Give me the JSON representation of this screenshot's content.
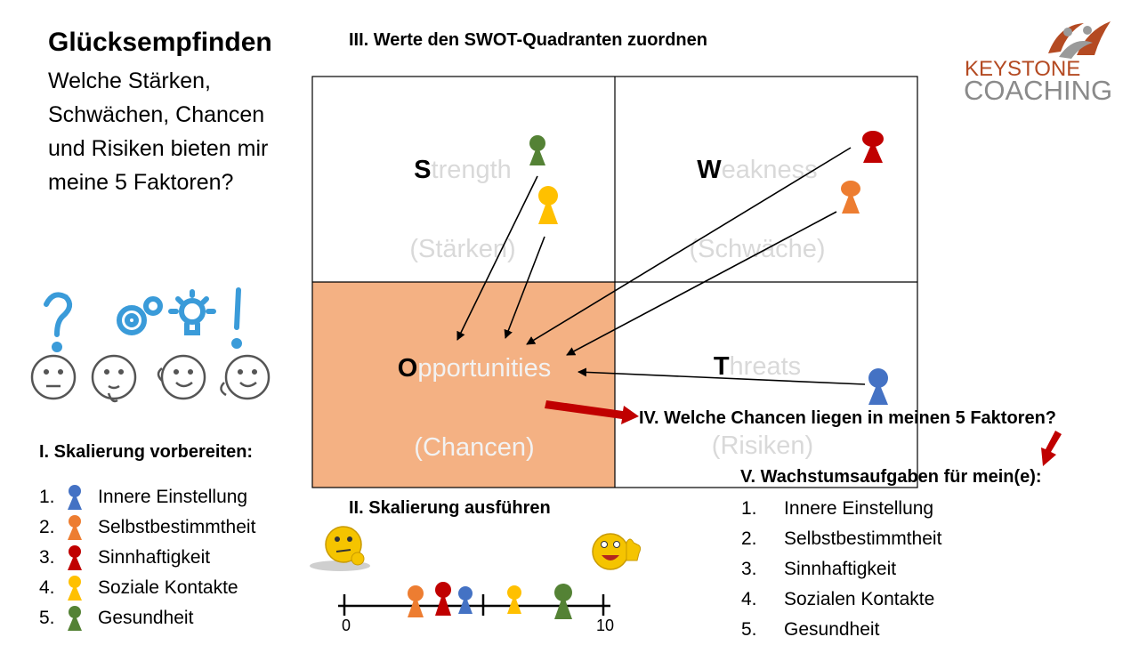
{
  "title": "Glücksempfinden",
  "question": "Welche Stärken, Schwächen, Chancen und Risiken bieten mir meine 5 Faktoren?",
  "steps": {
    "step1": "I. Skalierung vorbereiten:",
    "step2": "II. Skalierung ausführen",
    "step3": "III. Werte den SWOT-Quadranten zuordnen",
    "step4": "IV. Welche Chancen liegen in meinen 5 Faktoren?",
    "step5": "V. Wachstumsaufgaben für mein(e):"
  },
  "factors": [
    {
      "num": "1.",
      "label": "Innere Einstellung",
      "color": "#4472c4"
    },
    {
      "num": "2.",
      "label": "Selbstbestimmtheit",
      "color": "#ed7d31"
    },
    {
      "num": "3.",
      "label": "Sinnhaftigkeit",
      "color": "#c00000"
    },
    {
      "num": "4.",
      "label": "Soziale Kontakte",
      "color": "#ffc000"
    },
    {
      "num": "5.",
      "label": "Gesundheit",
      "color": "#548235"
    }
  ],
  "growth_list": [
    {
      "num": "1.",
      "label": "Innere Einstellung"
    },
    {
      "num": "2.",
      "label": "Selbstbestimmtheit"
    },
    {
      "num": "3.",
      "label": "Sinnhaftigkeit"
    },
    {
      "num": "4.",
      "label": "Sozialen Kontakte"
    },
    {
      "num": "5.",
      "label": "Gesundheit"
    }
  ],
  "swot": {
    "s": {
      "letter": "S",
      "rest": "trength",
      "sub": "(Stärken)"
    },
    "w": {
      "letter": "W",
      "rest": "eakness",
      "sub": "(Schwäche)"
    },
    "o": {
      "letter": "O",
      "rest": "pportunities",
      "sub": "(Chancen)"
    },
    "t": {
      "letter": "T",
      "rest": "hreats",
      "sub": "(Risiken)"
    },
    "highlight_color": "#f4b183"
  },
  "scale": {
    "min_label": "0",
    "max_label": "10"
  },
  "logo": {
    "line1": "KEYSTONE",
    "line2": "COACHING"
  }
}
